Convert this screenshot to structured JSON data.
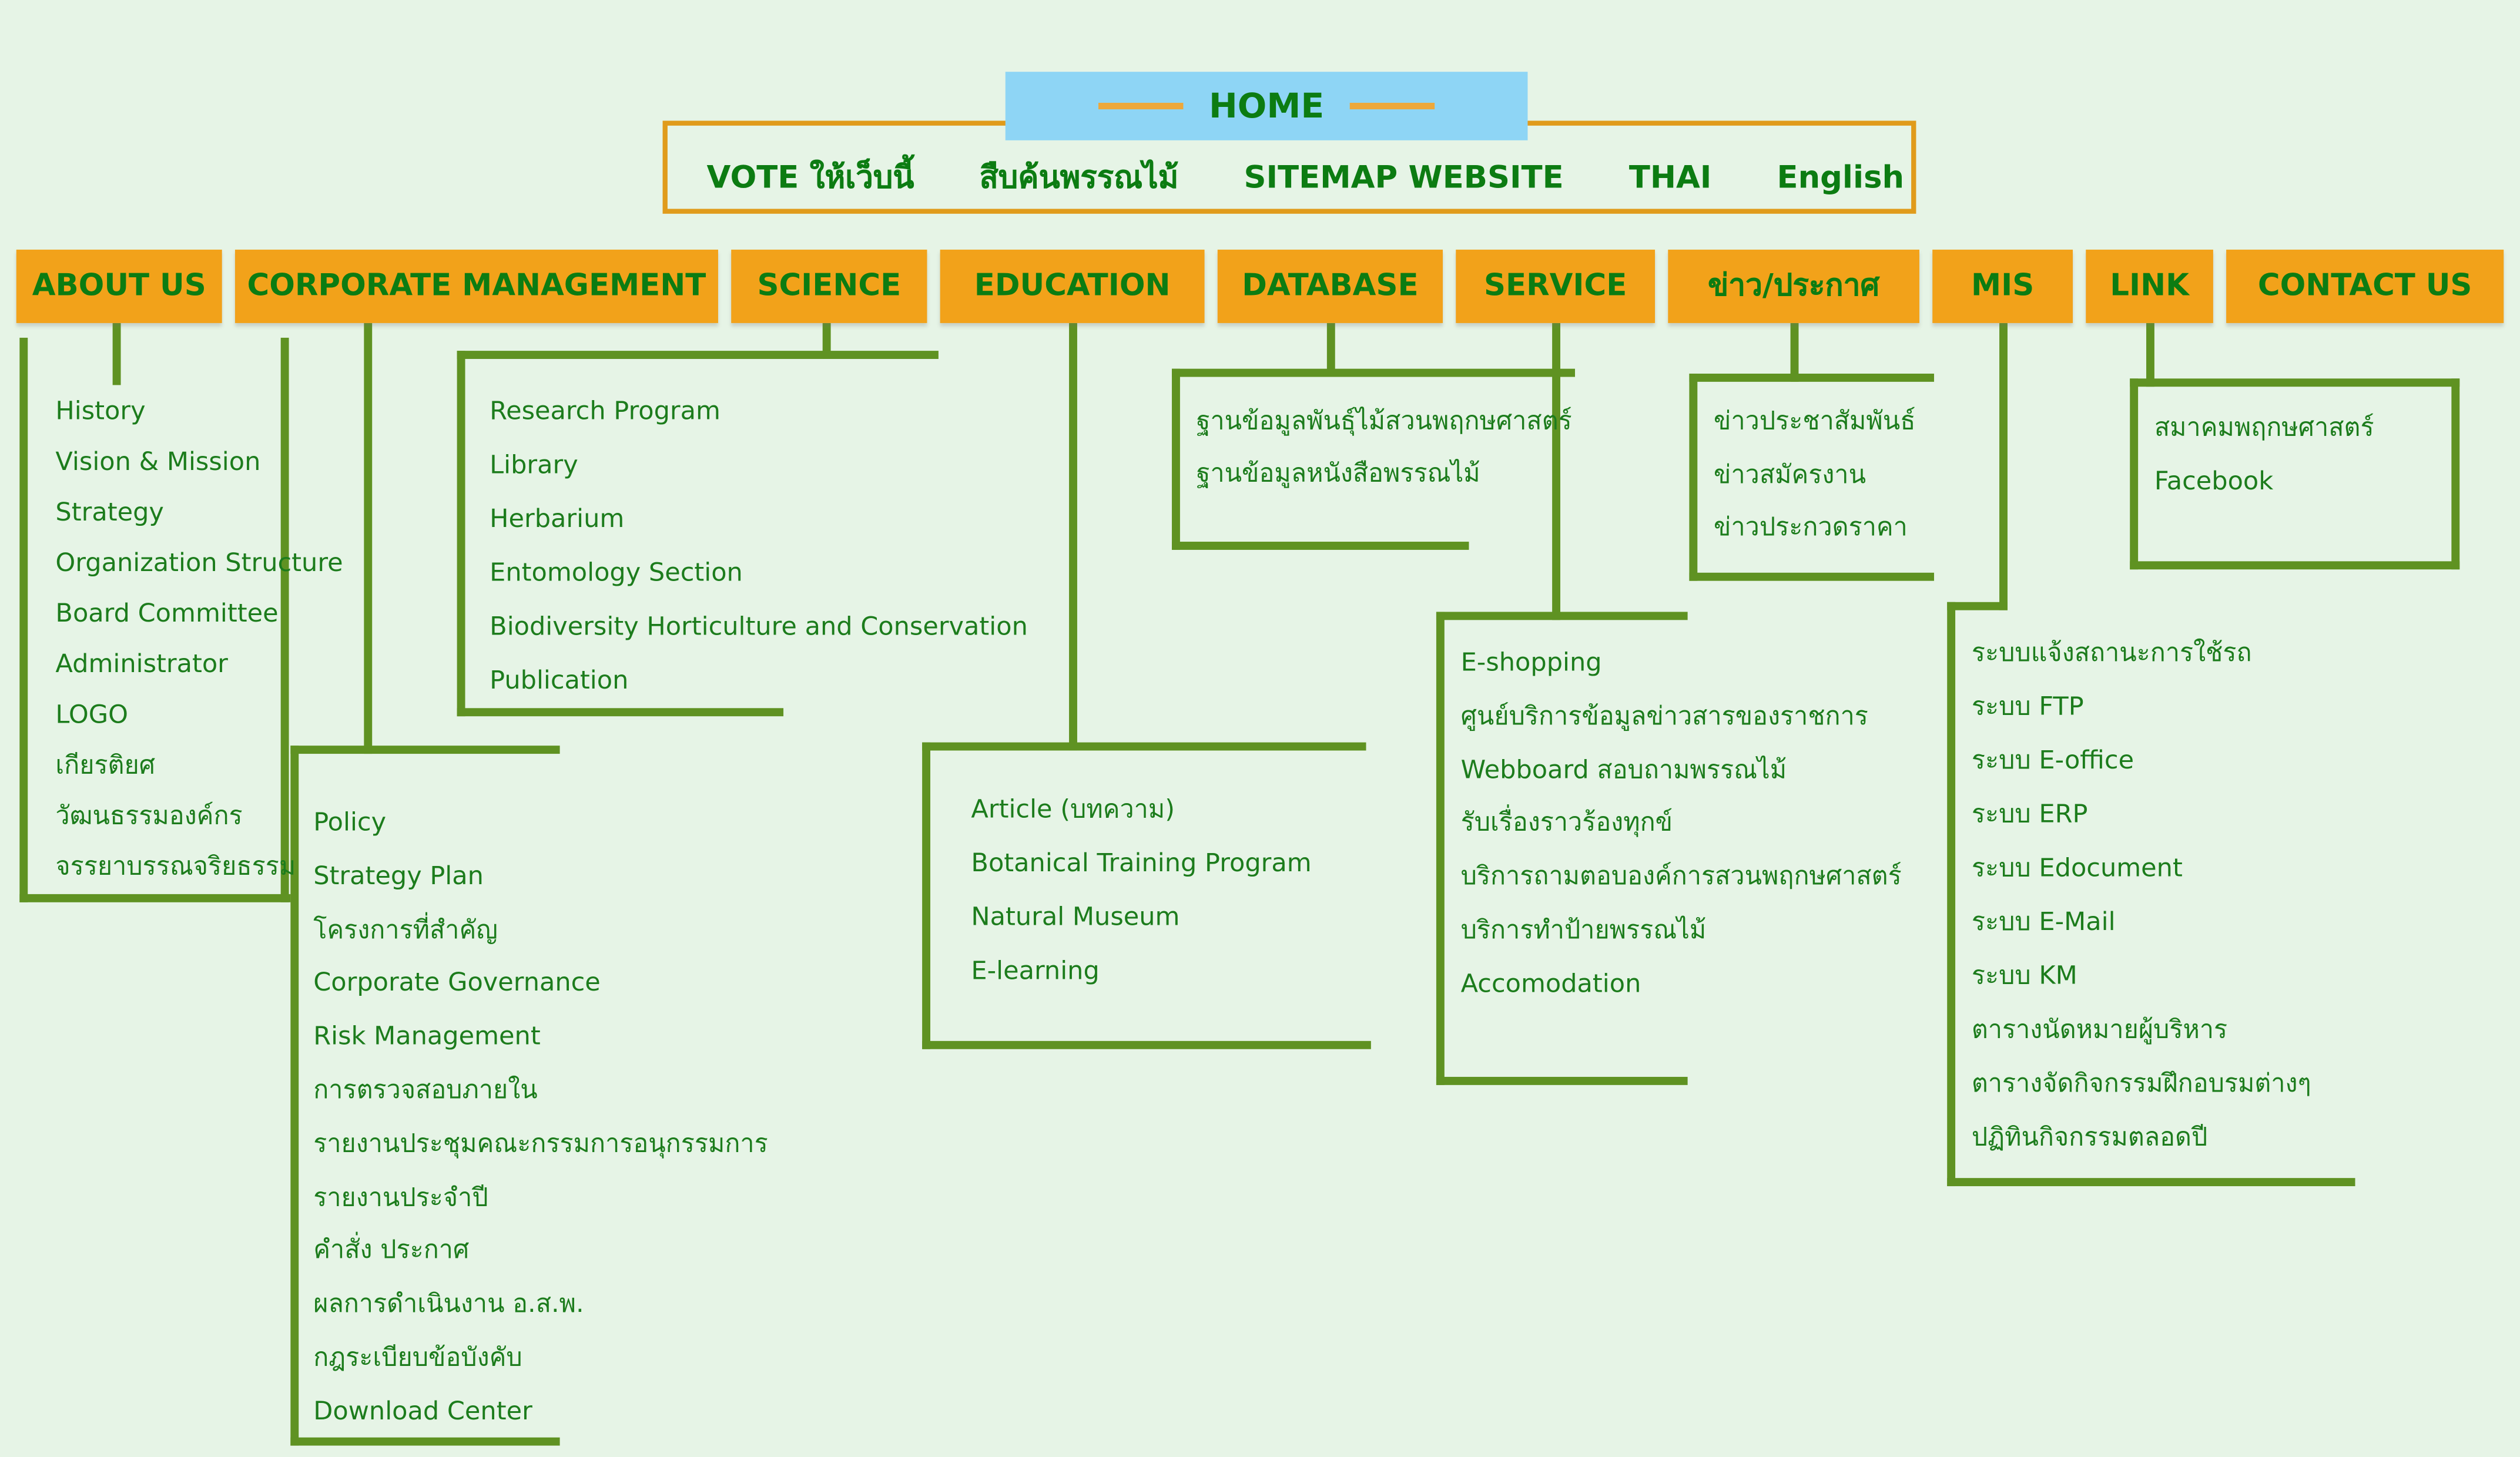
{
  "colors": {
    "background": "#e6f4e6",
    "nav_button": "#f2a21a",
    "nav_text": "#0c7c12",
    "home_background": "#8ed5f5",
    "connector_line": "#5f9222",
    "item_text": "#1c7c1c",
    "topbar_border": "#e09b1b"
  },
  "home": {
    "label": "HOME"
  },
  "topbar": {
    "items": [
      "VOTE ให้เว็บนี้",
      "สืบค้นพรรณไม้",
      "SITEMAP WEBSITE",
      "THAI",
      "English"
    ]
  },
  "nav": [
    {
      "label": "ABOUT US",
      "items": [
        "History",
        "Vision & Mission",
        "Strategy",
        "Organization Structure",
        "Board Committee",
        "Administrator",
        "LOGO",
        "เกียรติยศ",
        "วัฒนธรรมองค์กร",
        "จรรยาบรรณจริยธรรม"
      ]
    },
    {
      "label": "CORPORATE MANAGEMENT",
      "items": [
        "Policy",
        "Strategy Plan",
        "โครงการที่สำคัญ",
        "Corporate Governance",
        "Risk Management",
        "การตรวจสอบภายใน",
        "รายงานประชุมคณะกรรมการอนุกรรมการ",
        "รายงานประจำปี",
        "คำสั่ง ประกาศ",
        "ผลการดำเนินงาน อ.ส.พ.",
        "กฎระเบียบข้อบังคับ",
        "Download Center"
      ]
    },
    {
      "label": "SCIENCE",
      "items": [
        "Research Program",
        "Library",
        "Herbarium",
        "Entomology Section",
        "Biodiversity Horticulture and Conservation",
        "Publication"
      ]
    },
    {
      "label": "EDUCATION",
      "items": [
        "Article (บทความ)",
        "Botanical Training Program",
        "Natural Museum",
        "E-learning"
      ]
    },
    {
      "label": "DATABASE",
      "items": [
        "ฐานข้อมูลพันธุ์ไม้สวนพฤกษศาสตร์",
        "ฐานข้อมูลหนังสือพรรณไม้"
      ]
    },
    {
      "label": "SERVICE",
      "items": [
        "E-shopping",
        "ศูนย์บริการข้อมูลข่าวสารของราชการ",
        "Webboard สอบถามพรรณไม้",
        "รับเรื่องราวร้องทุกข์",
        "บริการถามตอบองค์การสวนพฤกษศาสตร์",
        "บริการทำป้ายพรรณไม้",
        "Accomodation"
      ]
    },
    {
      "label": "ข่าว/ประกาศ",
      "items": [
        "ข่าวประชาสัมพันธ์",
        "ข่าวสมัครงาน",
        "ข่าวประกวดราคา"
      ]
    },
    {
      "label": "MIS",
      "items": [
        "ระบบแจ้งสถานะการใช้รถ",
        "ระบบ FTP",
        "ระบบ E-office",
        "ระบบ ERP",
        "ระบบ Edocument",
        "ระบบ E-Mail",
        "ระบบ KM",
        "ตารางนัดหมายผู้บริหาร",
        "ตารางจัดกิจกรรมฝึกอบรมต่างๆ",
        "ปฏิทินกิจกรรมตลอดปี"
      ]
    },
    {
      "label": "LINK",
      "items": [
        "สมาคมพฤกษศาสตร์",
        "Facebook"
      ]
    },
    {
      "label": "CONTACT US",
      "items": []
    }
  ]
}
